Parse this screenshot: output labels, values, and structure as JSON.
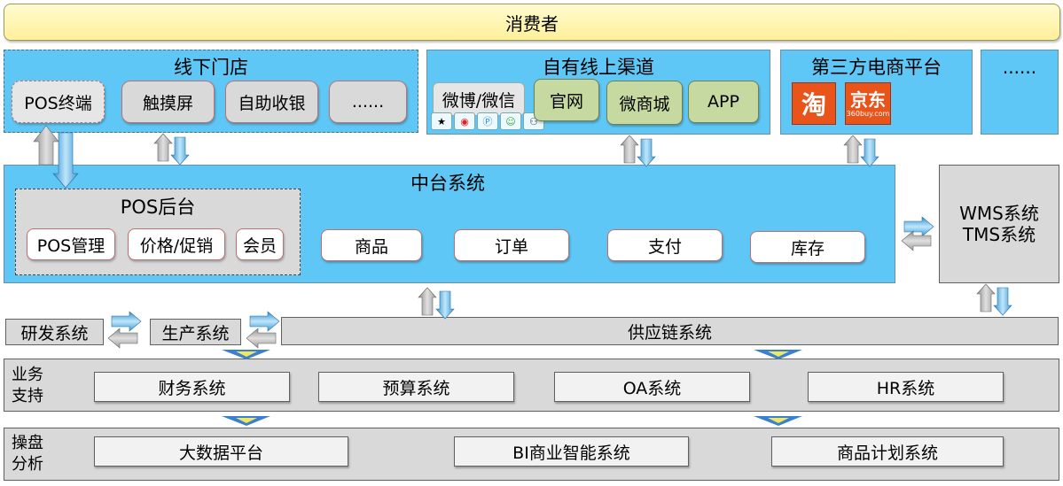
{
  "consumer": "消费者",
  "offline": {
    "title": "线下门店",
    "items": [
      "POS终端",
      "触摸屏",
      "自助收银",
      "......"
    ]
  },
  "online": {
    "title": "自有线上渠道",
    "items": [
      "微博/微信",
      "官网",
      "微商城",
      "APP"
    ]
  },
  "thirdparty": {
    "title": "第三方电商平台",
    "taobao": "淘",
    "jd": "京东",
    "jd_url": "360buy.com"
  },
  "more": "......",
  "middle": {
    "title": "中台系统",
    "pos_backend": {
      "title": "POS后台",
      "items": [
        "POS管理",
        "价格/促销",
        "会员"
      ]
    },
    "modules": [
      "商品",
      "订单",
      "支付",
      "库存"
    ]
  },
  "wms": {
    "line1": "WMS系统",
    "line2": "TMS系统"
  },
  "rd": "研发系统",
  "production": "生产系统",
  "supply_chain": "供应链系统",
  "business_support": {
    "label_line1": "业务",
    "label_line2": "支持",
    "items": [
      "财务系统",
      "预算系统",
      "OA系统",
      "HR系统"
    ]
  },
  "analysis": {
    "label_line1": "操盘",
    "label_line2": "分析",
    "items": [
      "大数据平台",
      "BI商业智能系统",
      "商品计划系统"
    ]
  }
}
